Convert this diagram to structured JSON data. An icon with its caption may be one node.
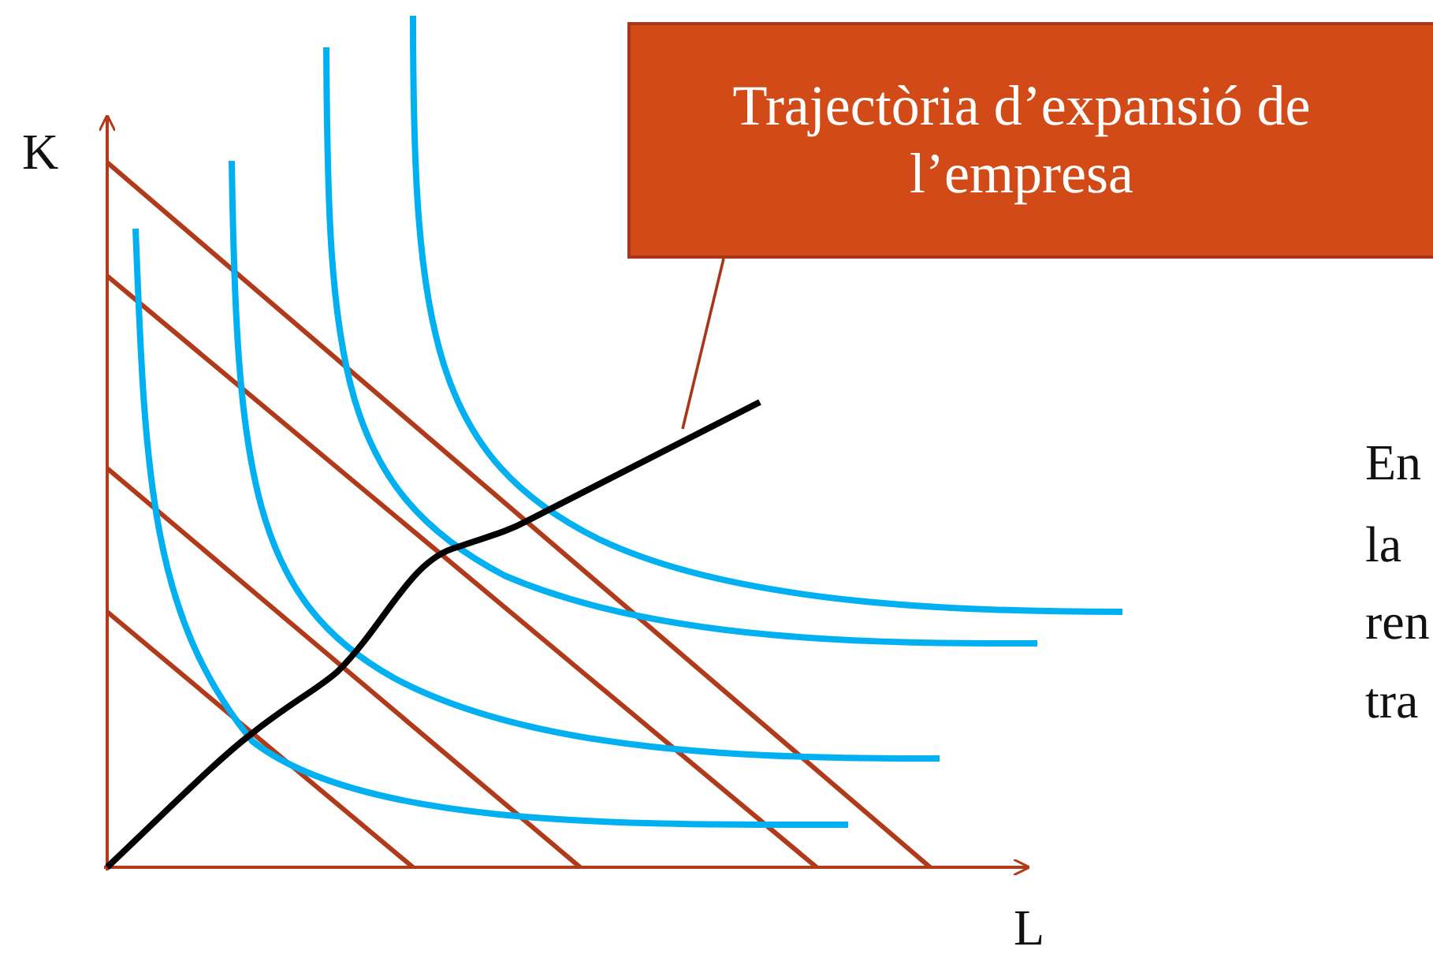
{
  "diagram": {
    "nodes": [
      {
        "text": [
          "Trajectòria d’expansió de l’empresa"
        ]
      },
      {
        "text": [],
        "shape": "line"
      }
    ],
    "edges": [
      {
        "from": 0,
        "to": 1,
        "arrow": "none"
      }
    ],
    "labels": [
      "K",
      "L",
      "En",
      "la",
      "ren",
      "tra"
    ]
  }
}
